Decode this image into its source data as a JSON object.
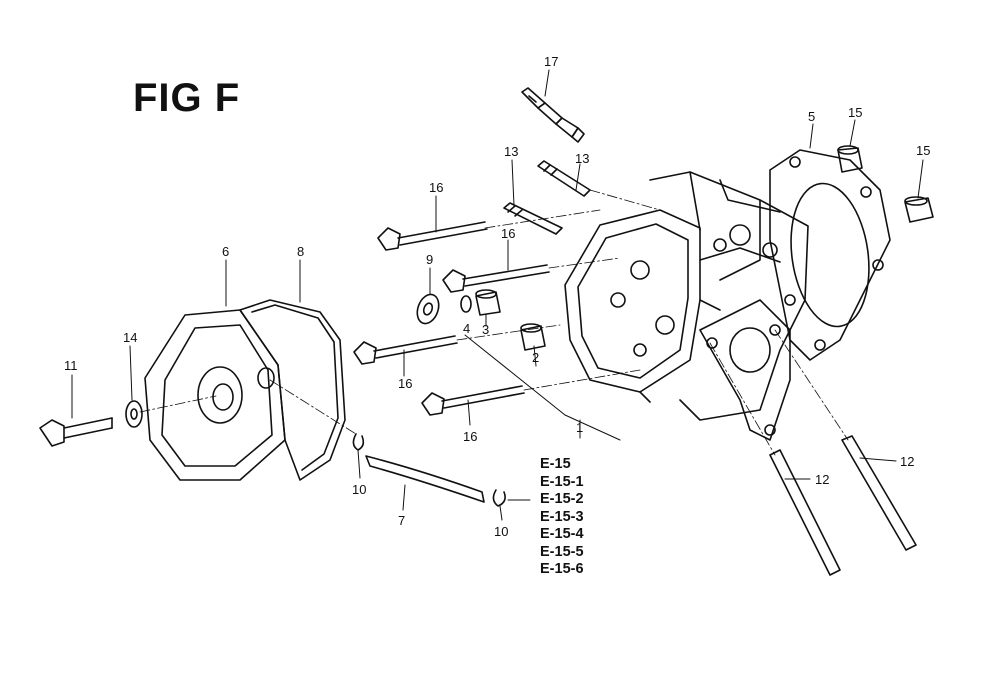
{
  "title": "FIG F",
  "callouts": {
    "c17": "17",
    "c13a": "13",
    "c13b": "13",
    "c5": "5",
    "c15a": "15",
    "c15b": "15",
    "c16a": "16",
    "c16b": "16",
    "c16c": "16",
    "c16d": "16",
    "c6": "6",
    "c8": "8",
    "c9": "9",
    "c4": "4",
    "c3": "3",
    "c2": "2",
    "c1": "1",
    "c14": "14",
    "c11": "11",
    "c10a": "10",
    "c10b": "10",
    "c7": "7",
    "c12a": "12",
    "c12b": "12"
  },
  "references": [
    "E-15",
    "E-15-1",
    "E-15-2",
    "E-15-3",
    "E-15-4",
    "E-15-5",
    "E-15-6"
  ]
}
